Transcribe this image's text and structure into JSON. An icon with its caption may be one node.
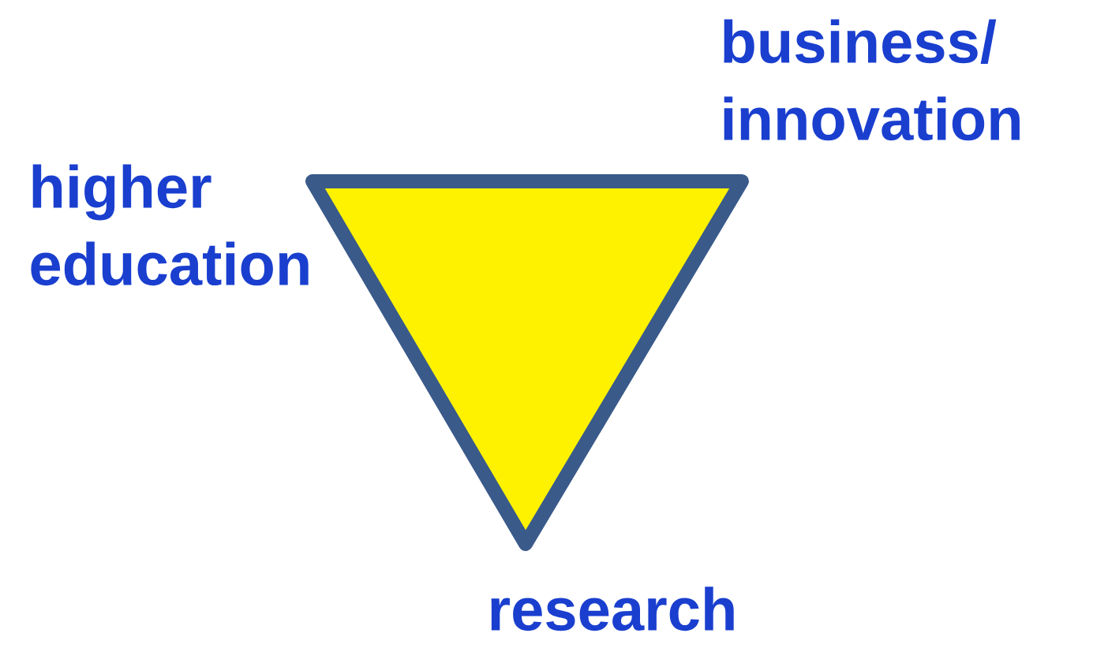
{
  "diagram": {
    "nodes": [
      {
        "text": [],
        "shape": "triangle"
      }
    ],
    "labels": [
      "business/ innovation",
      "higher education",
      "research"
    ]
  }
}
